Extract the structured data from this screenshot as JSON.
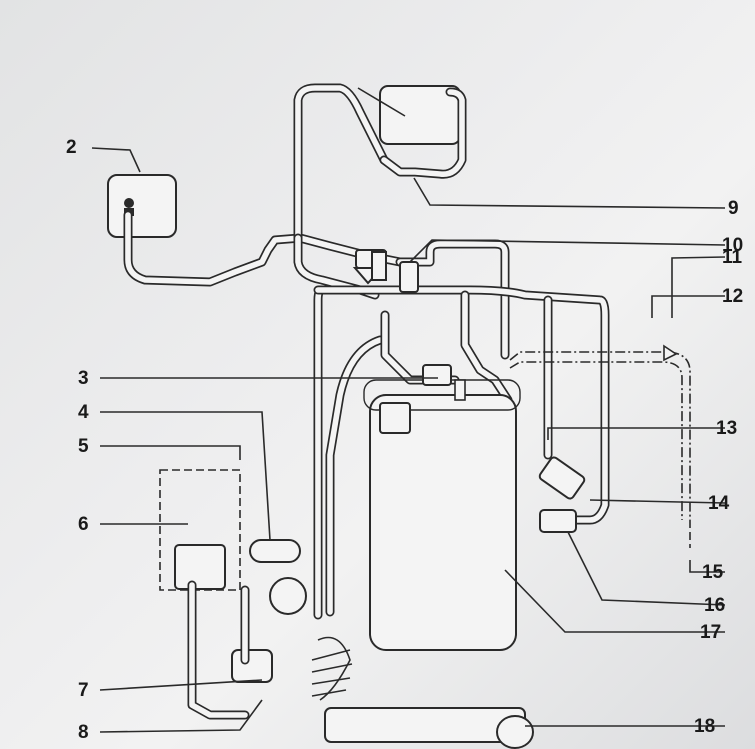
{
  "diagram": {
    "callouts": [
      "2",
      "3",
      "4",
      "5",
      "6",
      "7",
      "8",
      "9",
      "10",
      "11",
      "12",
      "13",
      "14",
      "15",
      "16",
      "17",
      "18"
    ]
  }
}
